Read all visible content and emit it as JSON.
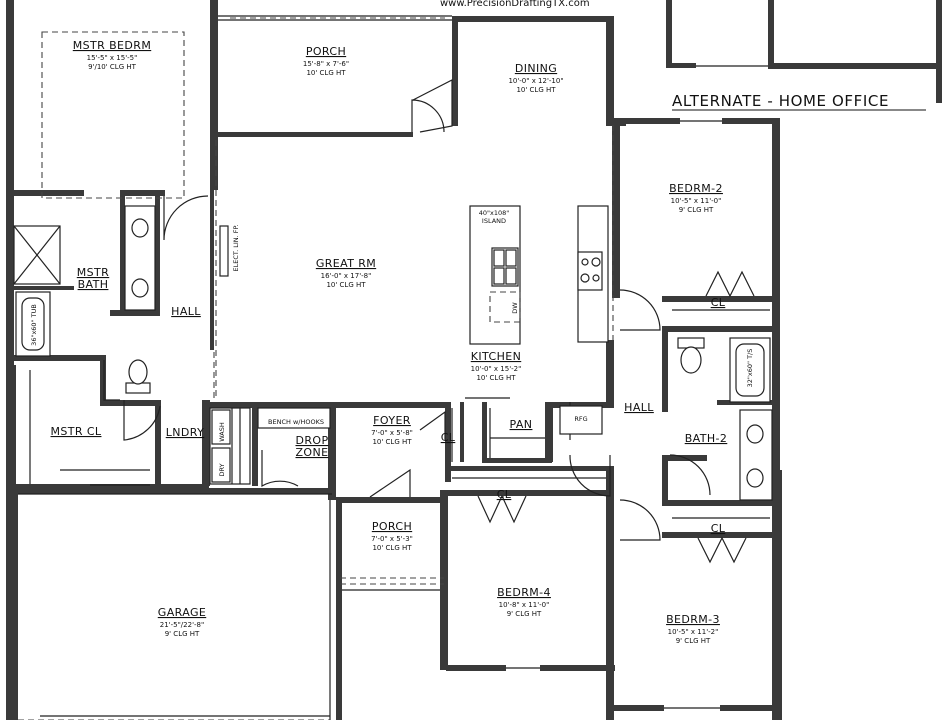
{
  "watermark": "www.PrecisionDraftingTX.com",
  "alternate_label": "ALTERNATE - HOME OFFICE",
  "rooms": {
    "mstr_bedrm": {
      "name": "MSTR BEDRM",
      "dims": "15'-5\" x 15'-5\"",
      "ceiling": "9'/10' CLG HT"
    },
    "porch_rear": {
      "name": "PORCH",
      "dims": "15'-8\" x 7'-6\"",
      "ceiling": "10' CLG HT"
    },
    "dining": {
      "name": "DINING",
      "dims": "10'-0\" x 12'-10\"",
      "ceiling": "10' CLG HT"
    },
    "bedrm_2": {
      "name": "BEDRM-2",
      "dims": "10'-5\" x 11'-0\"",
      "ceiling": "9' CLG HT"
    },
    "great_rm": {
      "name": "GREAT RM",
      "dims": "16'-0\" x 17'-8\"",
      "ceiling": "10' CLG HT"
    },
    "mstr_bath": {
      "name": "MSTR BATH"
    },
    "hall_1": {
      "name": "HALL"
    },
    "kitchen": {
      "name": "KITCHEN",
      "dims": "10'-0\" x 15'-2\"",
      "ceiling": "10' CLG HT"
    },
    "mstr_cl": {
      "name": "MSTR CL"
    },
    "lndry": {
      "name": "LNDRY"
    },
    "drop_zone": {
      "name": "DROP ZONE"
    },
    "foyer": {
      "name": "FOYER",
      "dims": "7'-0\" x 5'-8\"",
      "ceiling": "10' CLG HT"
    },
    "cl_foyer": {
      "name": "CL"
    },
    "pan": {
      "name": "PAN"
    },
    "hall_2": {
      "name": "HALL"
    },
    "bath_2": {
      "name": "BATH-2"
    },
    "cl_bed2": {
      "name": "CL"
    },
    "cl_bed4": {
      "name": "CL"
    },
    "cl_bed3": {
      "name": "CL"
    },
    "porch_front": {
      "name": "PORCH",
      "dims": "7'-0\" x 5'-3\"",
      "ceiling": "10' CLG HT"
    },
    "bedrm_4": {
      "name": "BEDRM-4",
      "dims": "10'-8\" x 11'-0\"",
      "ceiling": "9' CLG HT"
    },
    "bedrm_3": {
      "name": "BEDRM-3",
      "dims": "10'-5\" x 11'-2\"",
      "ceiling": "9' CLG HT"
    },
    "garage": {
      "name": "GARAGE",
      "dims": "21'-5\"/22'-8\"",
      "ceiling": "9' CLG HT"
    }
  },
  "fixtures": {
    "island": "40\"x108\"",
    "island_word": "ISLAND",
    "dw": "DW",
    "rfg": "RFG",
    "elect_lin_fp": "ELECT. LIN. FP.",
    "bench": "BENCH w/HOOKS",
    "wash": "WASH",
    "dry": "DRY",
    "mstr_tub": "36\"x60\" TUB",
    "bath2_tub": "32\"x60\" T/S"
  }
}
